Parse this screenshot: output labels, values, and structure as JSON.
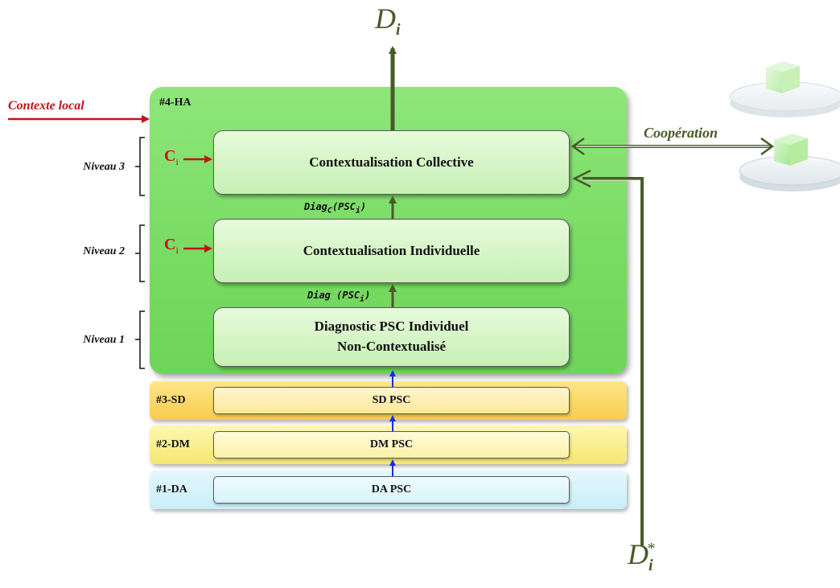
{
  "output_label": {
    "main": "D",
    "sub": "i"
  },
  "input_label": {
    "main": "D",
    "sub": "i",
    "sup": "*"
  },
  "contexte_local": "Contexte local",
  "cooperation": "Coopération",
  "layers": {
    "ha": {
      "label": "#4-HA"
    },
    "sd": {
      "label": "#3-SD",
      "box": "SD PSC"
    },
    "dm": {
      "label": "#2-DM",
      "box": "DM PSC"
    },
    "da": {
      "label": "#1-DA",
      "box": "DA PSC"
    }
  },
  "levels": {
    "n3": {
      "label": "Niveau 3",
      "box": "Contextualisation Collective"
    },
    "n2": {
      "label": "Niveau 2",
      "box": "Contextualisation Individuelle"
    },
    "n1": {
      "label": "Niveau 1",
      "box_line1": "Diagnostic PSC Individuel",
      "box_line2": "Non-Contextualisé"
    }
  },
  "context_input": {
    "main": "C",
    "sub": "i"
  },
  "diag_labels": {
    "upper": "Diag_C(PSC_i)",
    "lower": "Diag (PSC_i)"
  },
  "colors": {
    "arrow_dark_green": "#4a5a2a",
    "arrow_red": "#c0141c",
    "arrow_blue": "#1a2ee0",
    "ha_green": "#79dc64",
    "sd_yellow": "#f8cc4e",
    "dm_yellow": "#f6e772",
    "da_blue": "#c9eef8"
  }
}
